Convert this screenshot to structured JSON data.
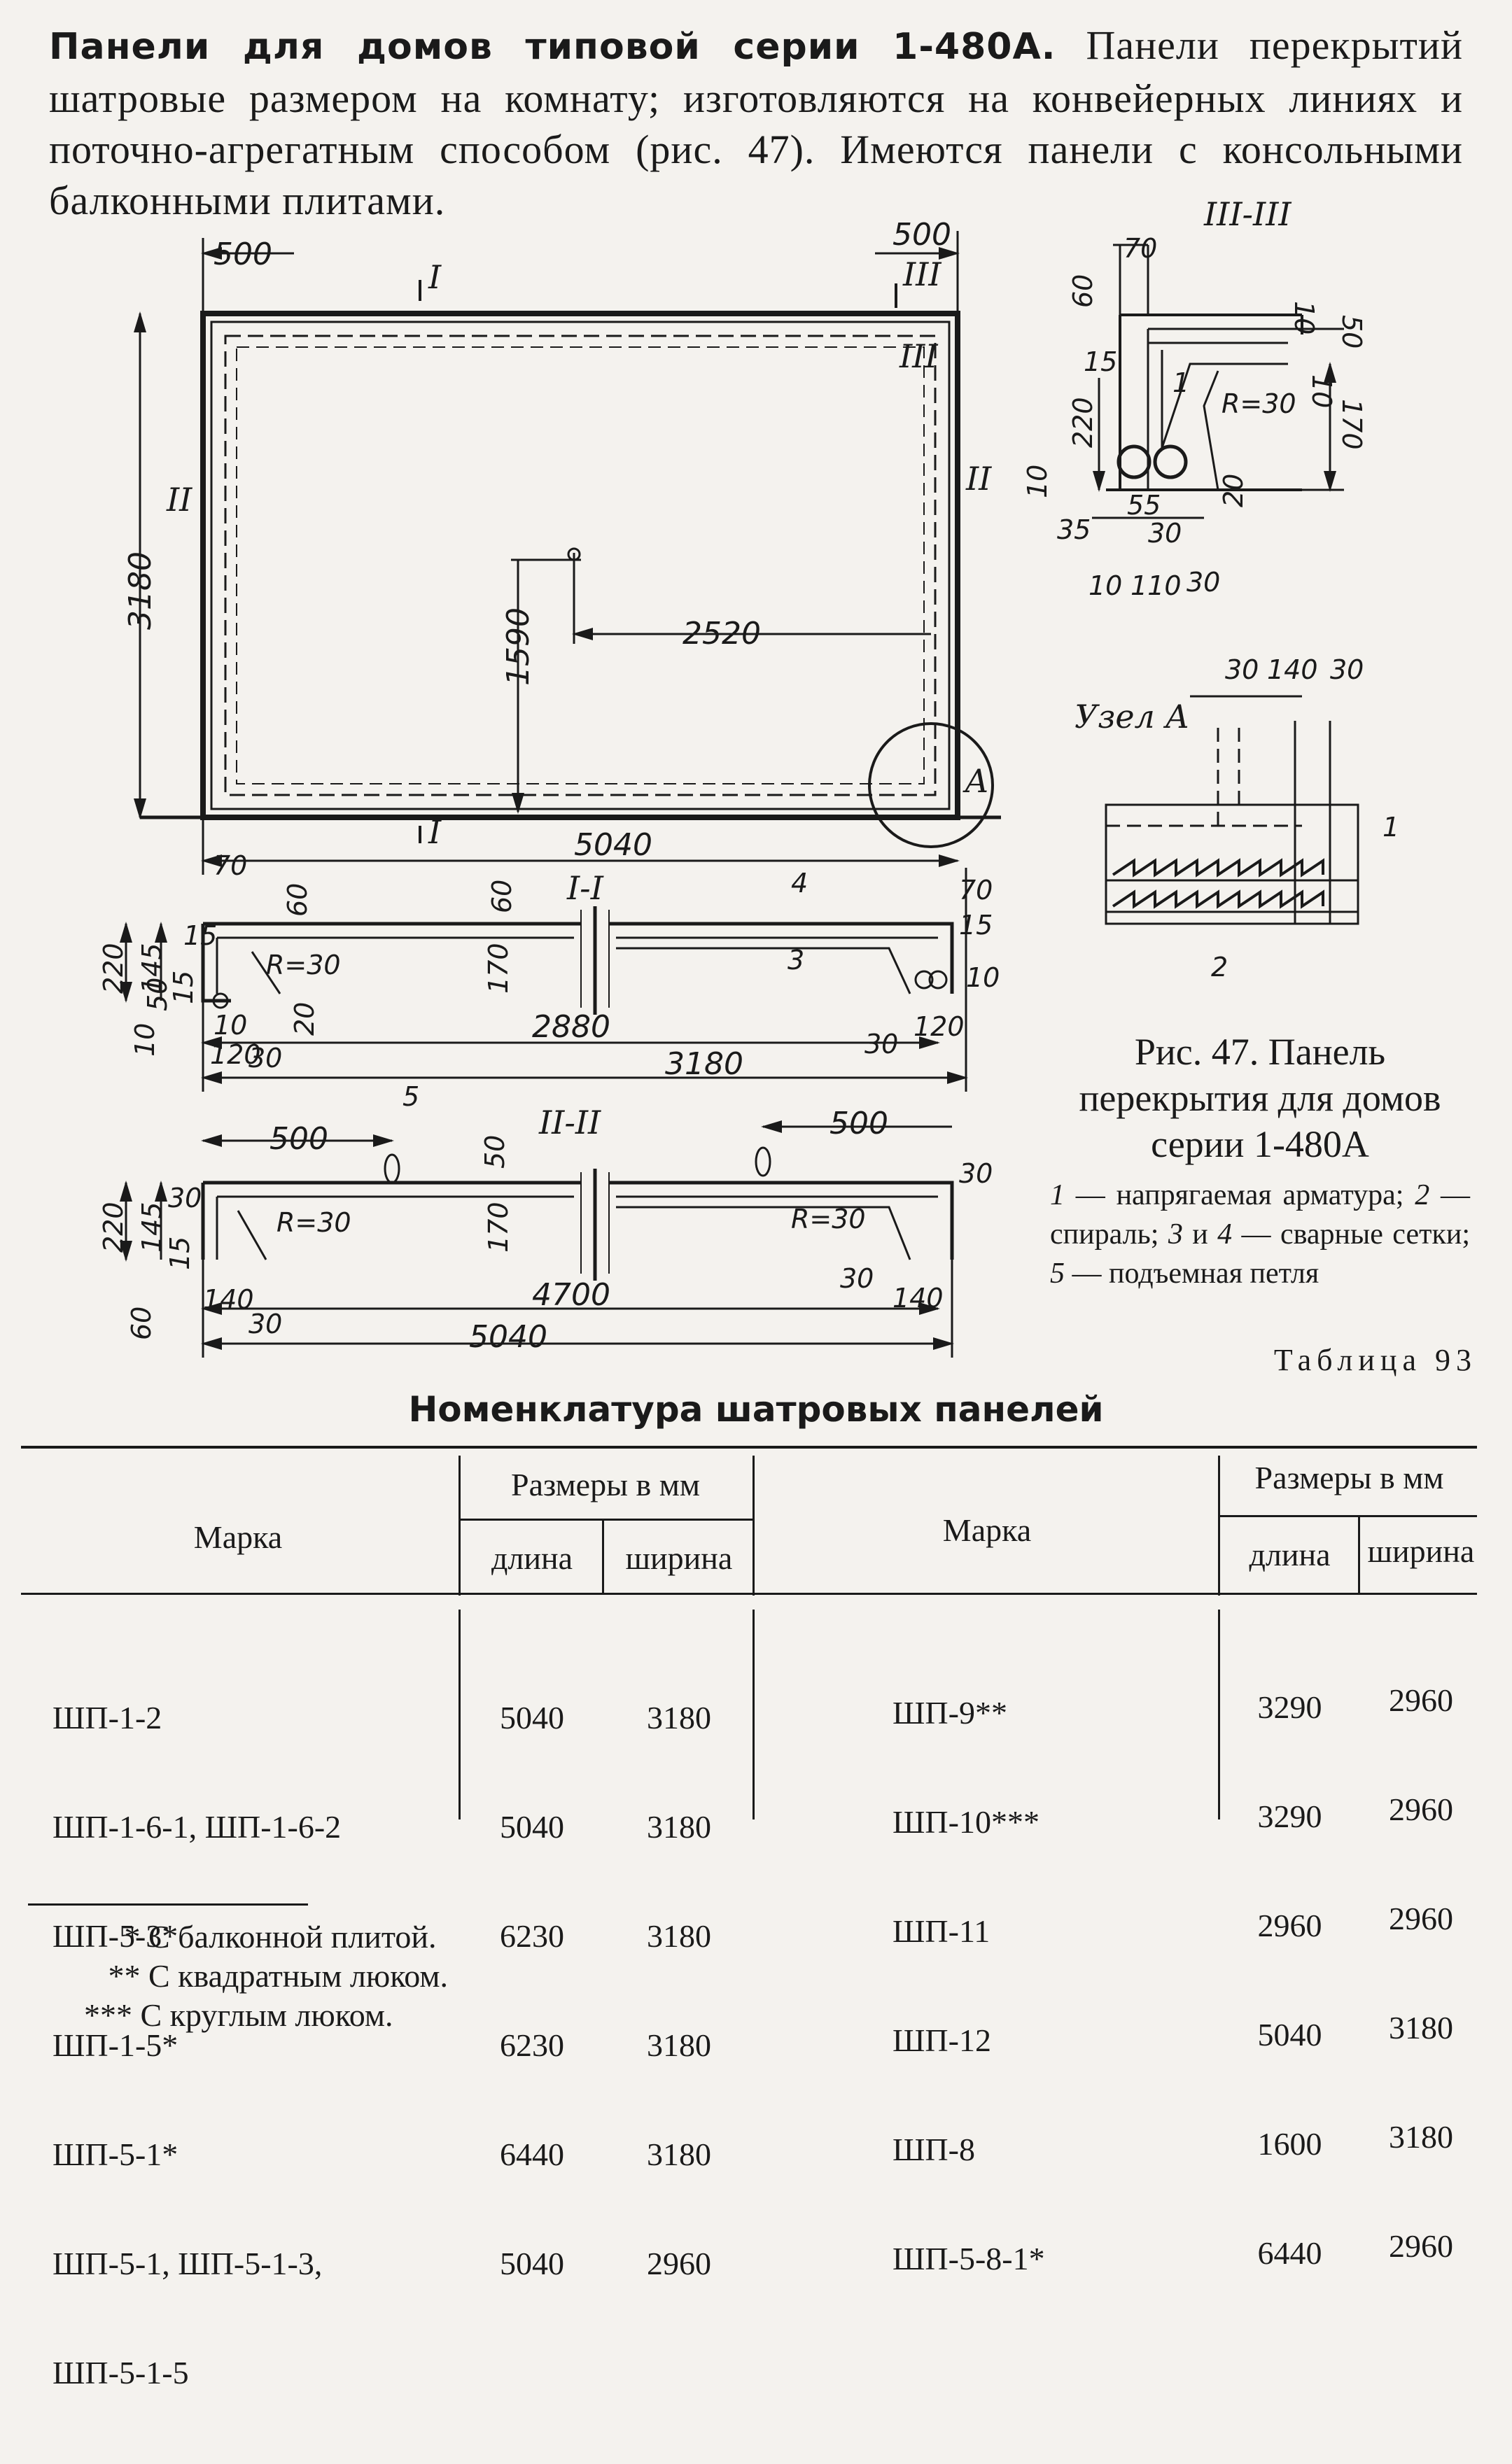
{
  "intro": {
    "bold": "Панели для домов типовой серии 1-480А.",
    "text": " Панели перекрытий шатровые размером на комнату; изготовляются на конвейерных линиях и поточно-агрегатным способом (рис. 47). Имеются панели с консольными балконными плитами."
  },
  "drawing": {
    "plan": {
      "d500_left": "500",
      "d500_right": "500",
      "d3180": "3180",
      "d1590": "1590",
      "d2520": "2520",
      "d5040": "5040",
      "node": "А",
      "sec_I_top": "I",
      "sec_I_bot": "I",
      "sec_II_left": "II",
      "sec_II_right": "II",
      "sec_III_top": "III",
      "sec_III_mid": "III"
    },
    "section_III": {
      "title": "III-III",
      "d70": "70",
      "d60": "60",
      "d10a": "10",
      "d50": "50",
      "d15": "15",
      "d220": "220",
      "d10b": "10",
      "d170": "170",
      "radius": "R=30",
      "d10c": "10",
      "d55": "55",
      "d35": "35",
      "d30a": "30",
      "d20": "20",
      "d10d": "10",
      "d110": "110",
      "d30b": "30",
      "label1": "1"
    },
    "node_A": {
      "title": "Узел А",
      "d30a": "30",
      "d140": "140",
      "d30b": "30",
      "label1": "1",
      "label2": "2"
    },
    "section_I": {
      "title": "I-I",
      "d70a": "70",
      "d60a": "60",
      "d60b": "60",
      "label4": "4",
      "d70b": "70",
      "d15a": "15",
      "d220": "220",
      "d145": "145",
      "radius": "R=30",
      "d170": "170",
      "label3": "3",
      "d15b": "15",
      "d10a": "10",
      "d50": "50",
      "d15c": "15",
      "d10b": "10",
      "d20": "20",
      "d10c": "10",
      "d120a": "120",
      "d30a": "30",
      "d2880": "2880",
      "d30b": "30",
      "d120b": "120",
      "d3180": "3180"
    },
    "section_II": {
      "title": "II-II",
      "label5": "5",
      "d500a": "500",
      "d500b": "500",
      "d50": "50",
      "d30a": "30",
      "d220": "220",
      "d145": "145",
      "d30b": "30",
      "radius_a": "R=30",
      "d170": "170",
      "radius_b": "R=30",
      "d15": "15",
      "d60": "60",
      "d140a": "140",
      "d30c": "30",
      "d4700": "4700",
      "d30d": "30",
      "d140b": "140",
      "d5040": "5040"
    }
  },
  "caption": {
    "title": "Рис. 47. Панель перекрытия для домов серии 1-480А",
    "legend": [
      {
        "n": "1",
        "t": " — напрягаемая арматура; "
      },
      {
        "n": "2",
        "t": " — спираль; "
      },
      {
        "n": "3",
        "t": " и "
      },
      {
        "n": "4",
        "t": " — сварные сетки; "
      },
      {
        "n": "5",
        "t": " — подъемная петля"
      }
    ]
  },
  "table": {
    "label": "Таблица 93",
    "title": "Номенклатура шатровых панелей",
    "headers": {
      "mark": "Марка",
      "sizes": "Размеры в мм",
      "length": "длина",
      "width": "ширина"
    },
    "left": [
      {
        "mark": "ШП-1-2",
        "length": "5040",
        "width": "3180"
      },
      {
        "mark": "ШП-1-6-1, ШП-1-6-2",
        "length": "5040",
        "width": "3180"
      },
      {
        "mark": "ШП-5-3*",
        "length": "6230",
        "width": "3180"
      },
      {
        "mark": "ШП-1-5*",
        "length": "6230",
        "width": "3180"
      },
      {
        "mark": "ШП-5-1*",
        "length": "6440",
        "width": "3180"
      },
      {
        "mark": "ШП-5-1, ШП-5-1-3,",
        "length": "5040",
        "width": "2960"
      },
      {
        "mark": "ШП-5-1-5",
        "length": "",
        "width": ""
      }
    ],
    "right": [
      {
        "mark": "ШП-9**",
        "length": "3290",
        "width": "2960"
      },
      {
        "mark": "ШП-10***",
        "length": "3290",
        "width": "2960"
      },
      {
        "mark": "ШП-11",
        "length": "2960",
        "width": "2960"
      },
      {
        "mark": "ШП-12",
        "length": "5040",
        "width": "3180"
      },
      {
        "mark": "ШП-8",
        "length": "1600",
        "width": "3180"
      },
      {
        "mark": "ШП-5-8-1*",
        "length": "6440",
        "width": "2960"
      }
    ],
    "notes": [
      "     * С балконной плитой.",
      "   ** С квадратным люком.",
      "*** С круглым люком."
    ]
  }
}
